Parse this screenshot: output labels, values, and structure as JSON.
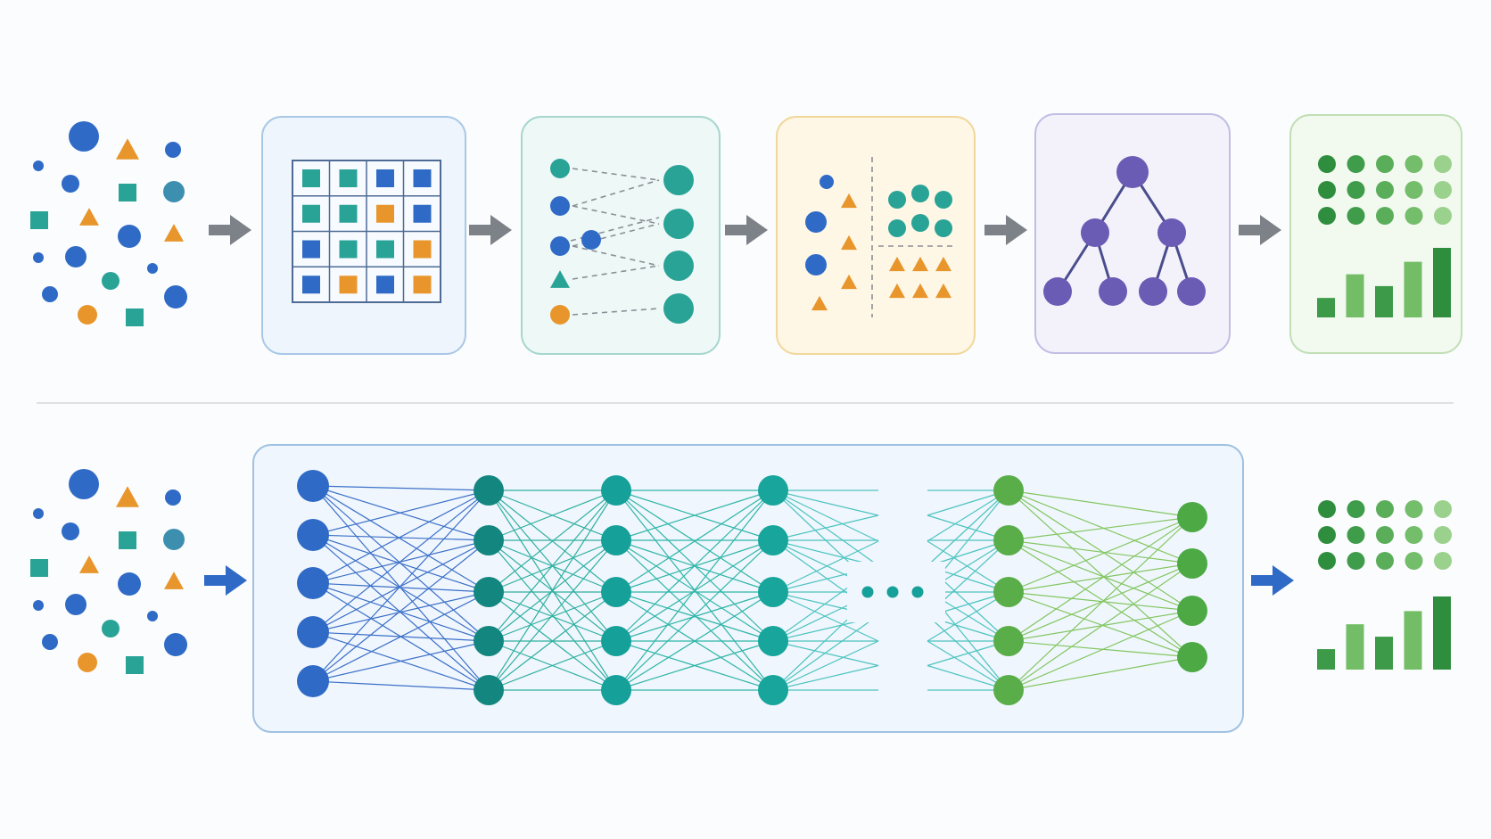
{
  "colors": {
    "blue": "#2f6bc6",
    "teal": "#2aa397",
    "orange": "#e8962c",
    "purple": "#6a5bb5",
    "green": "#4ca94e",
    "light_green": "#8cc97e",
    "dark_green": "#2f8d3e",
    "arrow_gray": "#7d8288",
    "arrow_blue": "#2f6bc6",
    "divider": "#dde1e6"
  },
  "pipeline": {
    "stages": [
      {
        "name": "feature-extraction",
        "icon": "grid-icon",
        "border": "#a9c8e6",
        "fill": "#eef5fc"
      },
      {
        "name": "feature-mapping",
        "icon": "mapping-icon",
        "border": "#a6d6cf",
        "fill": "#eef8f7"
      },
      {
        "name": "partitioning",
        "icon": "split-icon",
        "border": "#f1d79a",
        "fill": "#fef7e6"
      },
      {
        "name": "tree-model",
        "icon": "tree-icon",
        "border": "#c1bde4",
        "fill": "#f3f2fb"
      },
      {
        "name": "output",
        "icon": "output-icon",
        "border": "#c0dfb6",
        "fill": "#f2f9ef"
      }
    ],
    "arrow_icon": "right-arrow-icon"
  },
  "network": {
    "layers": [
      5,
      5,
      5,
      5,
      5,
      4
    ],
    "ellipsis": "...",
    "box_border": "#9fc1e2",
    "box_fill": "#f0f6fd"
  },
  "output_bars": [
    0.28,
    0.62,
    0.45,
    0.8,
    1.0
  ]
}
